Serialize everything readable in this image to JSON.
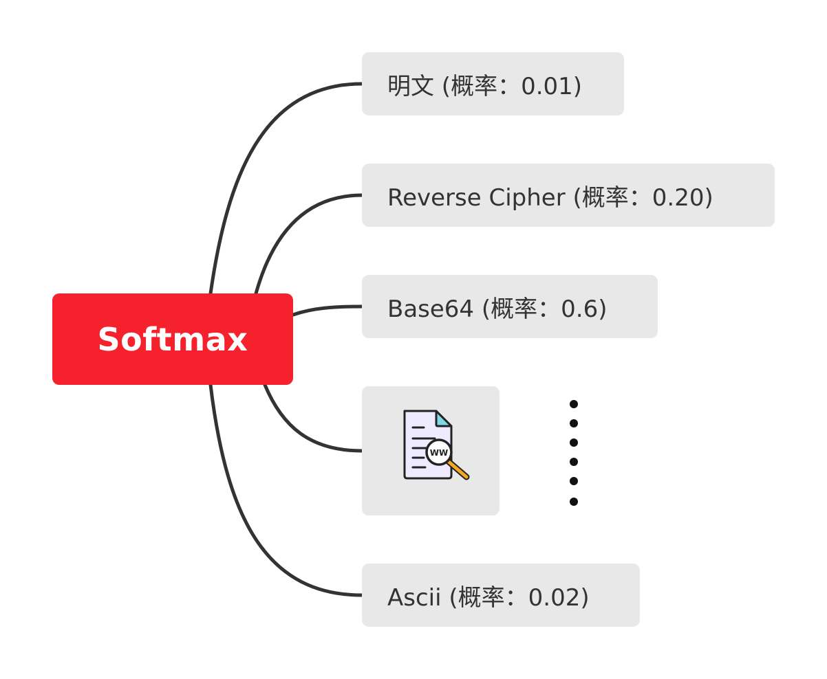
{
  "root": {
    "label": "Softmax"
  },
  "children": [
    {
      "label": "明文 (概率：0.01)"
    },
    {
      "label": "Reverse Cipher (概率：0.20)"
    },
    {
      "label": "Base64 (概率：0.6)"
    },
    {
      "icon": "web-document-search-icon",
      "icon_text": "WW"
    },
    {
      "label": "Ascii (概率：0.02)"
    }
  ],
  "colors": {
    "root_fill": "#f5222d",
    "root_text": "#ffffff",
    "leaf_fill": "#e8e8e8",
    "leaf_text": "#333333",
    "connector": "#333333"
  }
}
